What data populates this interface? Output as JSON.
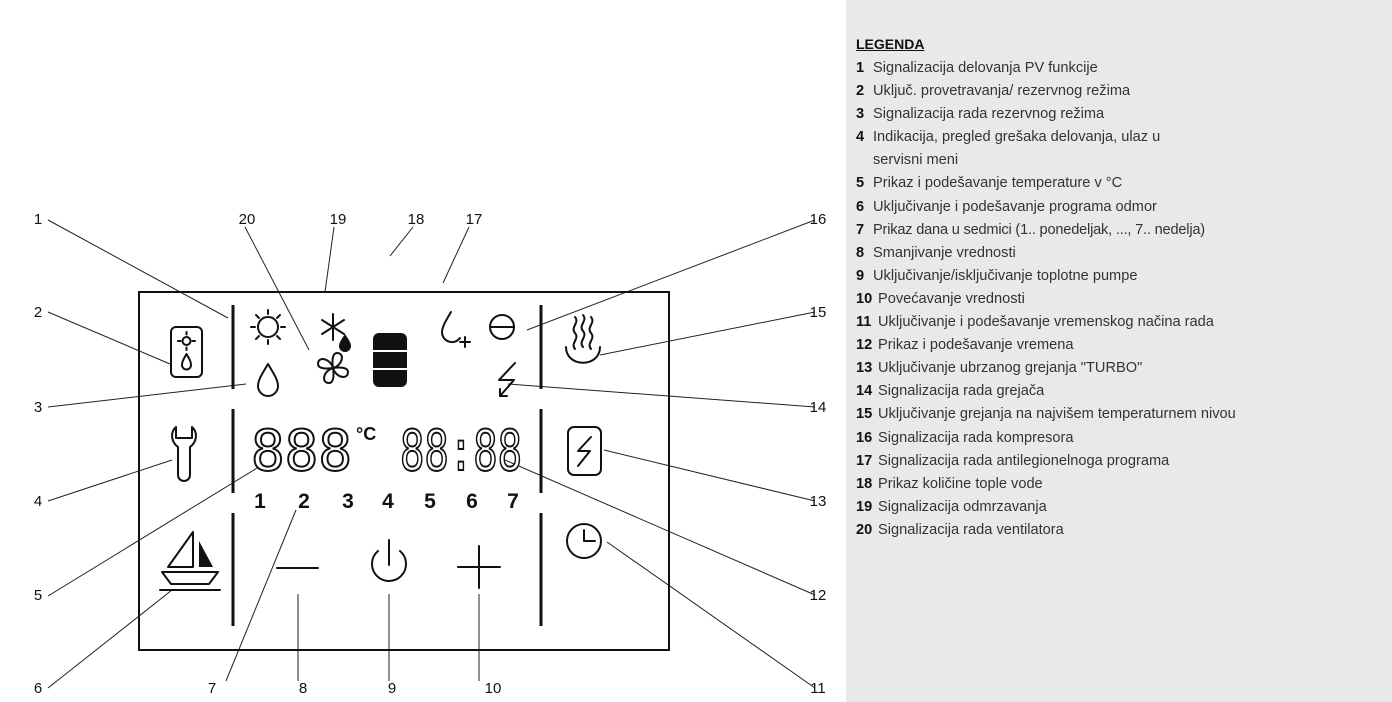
{
  "callouts": [
    "1",
    "2",
    "3",
    "4",
    "5",
    "6",
    "7",
    "8",
    "9",
    "10",
    "11",
    "12",
    "13",
    "14",
    "15",
    "16",
    "17",
    "18",
    "19",
    "20"
  ],
  "display": {
    "temperature": "888",
    "temperature_unit": "°C",
    "time": "88:88",
    "days": [
      "1",
      "2",
      "3",
      "4",
      "5",
      "6",
      "7"
    ]
  },
  "icons": {
    "pv": "sun-icon",
    "ventilation": "tank-sun-drop-icon",
    "backup": "drop-icon",
    "service": "wrench-icon",
    "holiday": "sailboat-icon",
    "minus": "minus-icon",
    "power": "power-icon",
    "plus": "plus-icon",
    "weather": "clock-icon",
    "turbo": "tank-lightning-icon",
    "heater": "lightning-icon",
    "max_temp": "heat-waves-icon",
    "compressor": "compressor-icon",
    "antilegionella": "drop-plus-icon",
    "water_amount": "water-level-icon",
    "defrost": "snowflake-drop-icon",
    "fan": "fan-icon"
  },
  "legend": {
    "title": "LEGENDA",
    "items": [
      {
        "num": "1",
        "text": "Signalizacija delovanja PV funkcije"
      },
      {
        "num": "2",
        "text": "Uključ. provetravanja/ rezervnog režima"
      },
      {
        "num": "3",
        "text": "Signalizacija rada rezervnog režima"
      },
      {
        "num": "4",
        "text": "Indikacija, pregled grešaka delovanja, ulaz u servisni meni"
      },
      {
        "num": "5",
        "text": "Prikaz i podešavanje temperature v °C"
      },
      {
        "num": "6",
        "text": "Uključivanje i podešavanje programa odmor"
      },
      {
        "num": "7",
        "text": "Prikaz dana u sedmici (1.. ponedeljak, ..., 7.. nedelja)"
      },
      {
        "num": "8",
        "text": "Smanjivanje vrednosti"
      },
      {
        "num": "9",
        "text": "Uključivanje/isključivanje toplotne pumpe"
      },
      {
        "num": "10",
        "text": "Povećavanje vrednosti"
      },
      {
        "num": "11",
        "text": "Uključivanje i podešavanje vremenskog načina rada"
      },
      {
        "num": "12",
        "text": "Prikaz i podešavanje vremena"
      },
      {
        "num": "13",
        "text": "Uključivanje ubrzanog grejanja \"TURBO\""
      },
      {
        "num": "14",
        "text": "Signalizacija rada grejača"
      },
      {
        "num": "15",
        "text": "Uključivanje grejanja na najvišem temperaturnem nivou"
      },
      {
        "num": "16",
        "text": "Signalizacija rada kompresora"
      },
      {
        "num": "17",
        "text": "Signalizacija rada antilegionelnoga programa"
      },
      {
        "num": "18",
        "text": "Prikaz količine tople vode"
      },
      {
        "num": "19",
        "text": "Signalizacija odmrzavanja"
      },
      {
        "num": "20",
        "text": "Signalizacija rada ventilatora"
      }
    ]
  }
}
